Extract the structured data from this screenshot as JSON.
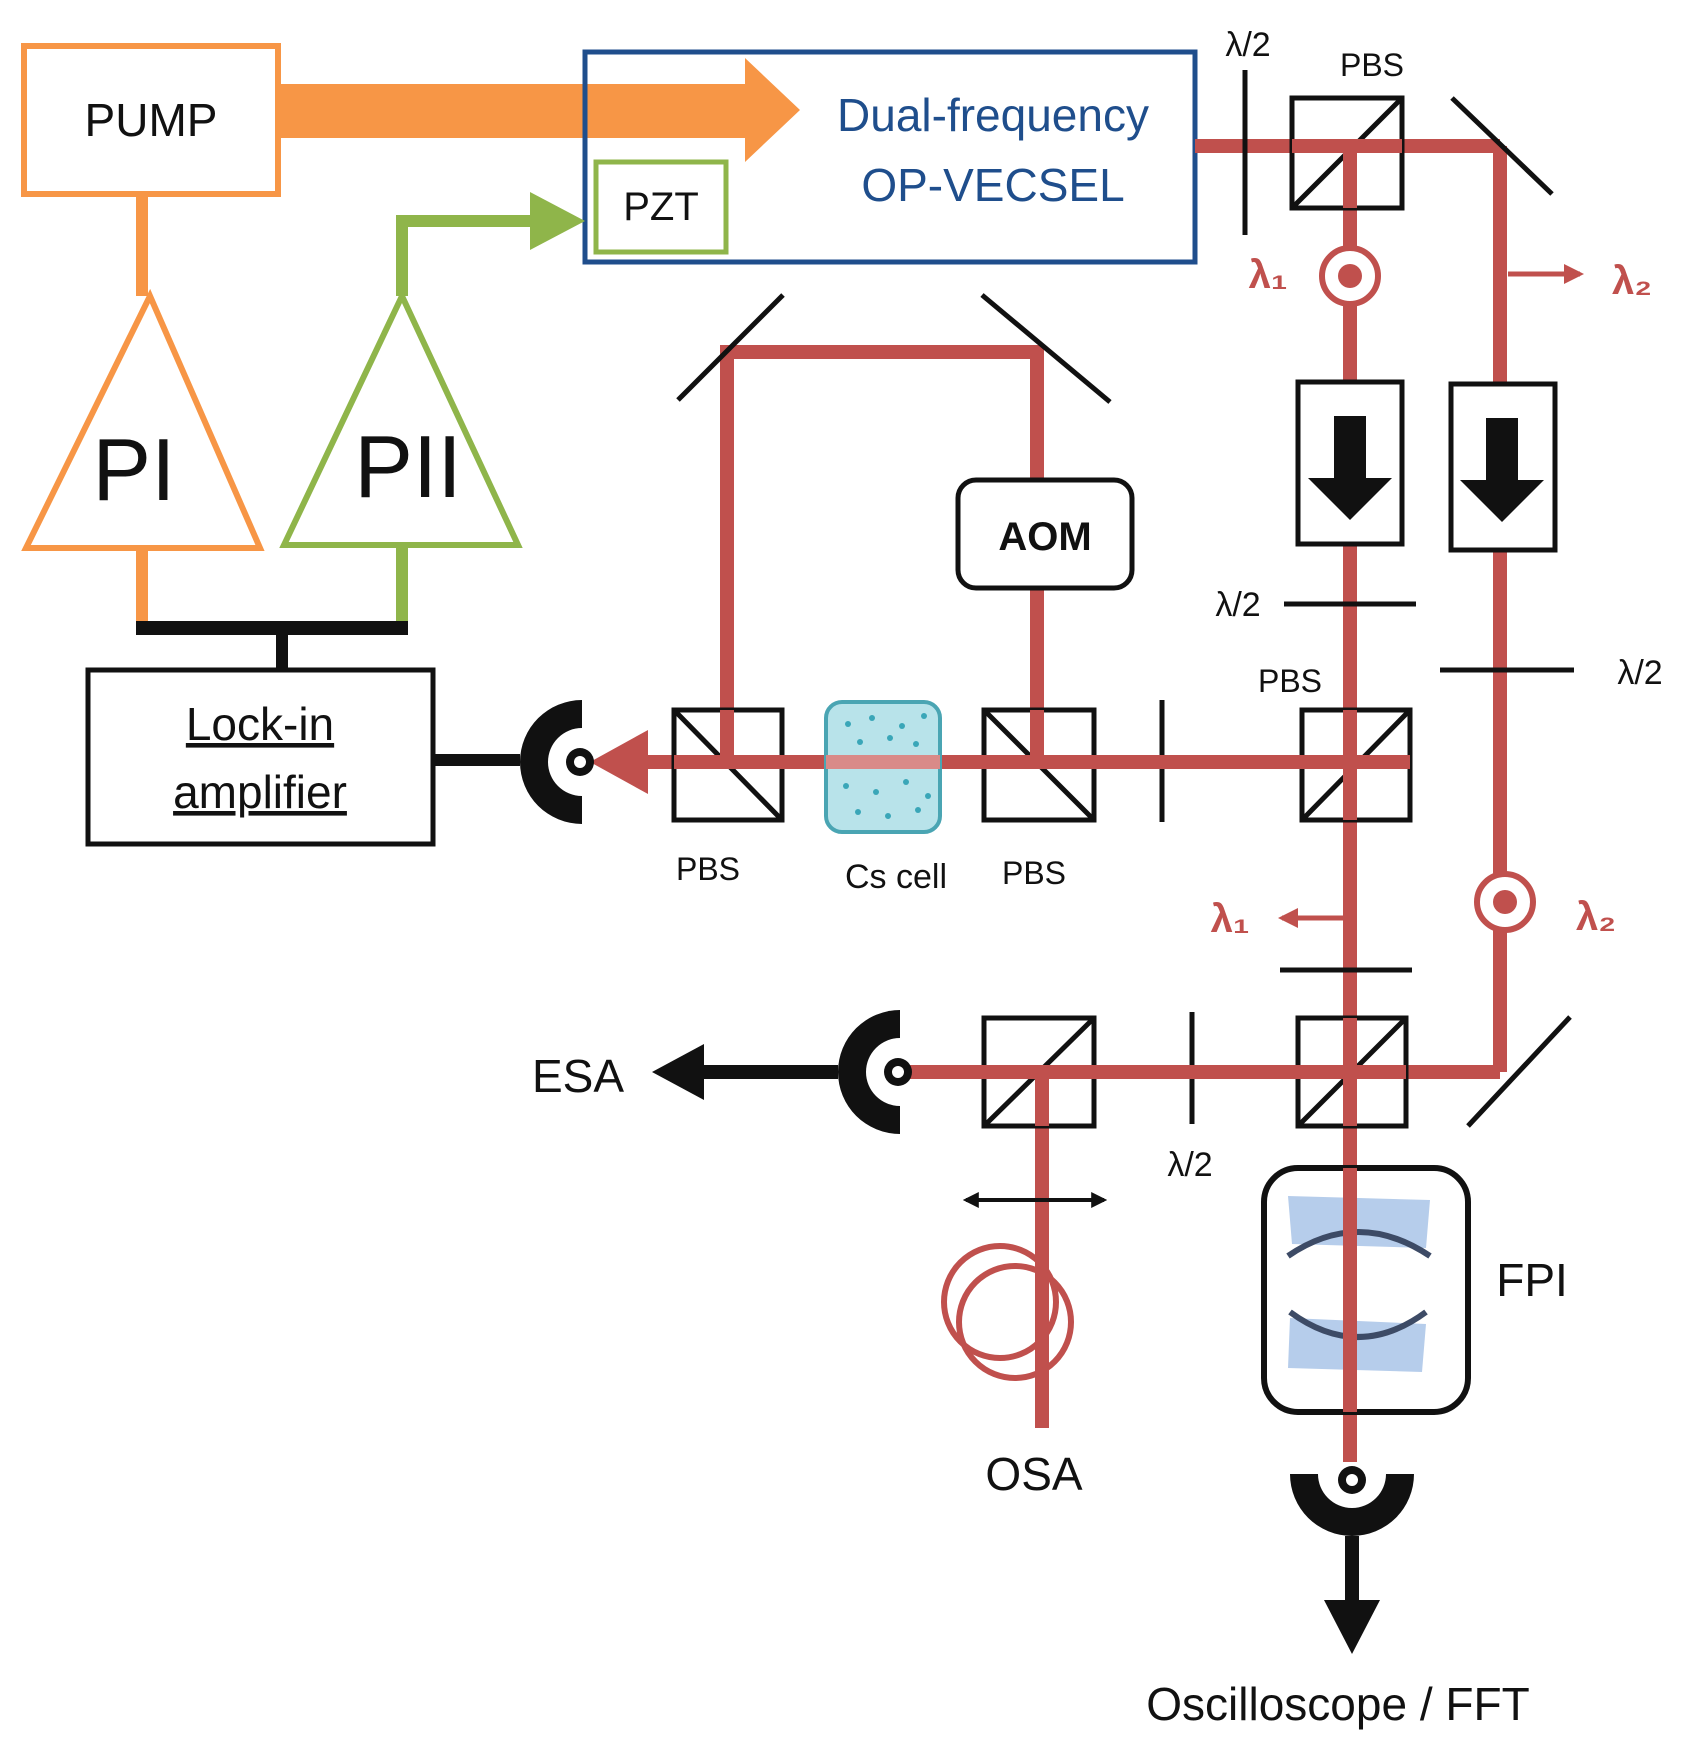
{
  "labels": {
    "pump": "PUMP",
    "laser_line1": "Dual-frequency",
    "laser_line2": "OP-VECSEL",
    "pzt": "PZT",
    "pi": "PI",
    "pii": "PII",
    "aom": "AOM",
    "lockin_line1": "Lock-in",
    "lockin_line2": "amplifier",
    "pbs": "PBS",
    "cs_cell": "Cs cell",
    "half_wave": "λ/2",
    "lambda1": "λ₁",
    "lambda2": "λ₂",
    "esa": "ESA",
    "osa": "OSA",
    "fpi": "FPI",
    "scope": "Oscilloscope / FFT"
  },
  "colors": {
    "beam": "#c0504d",
    "pump": "#f79646",
    "pzt_feedback": "#8fb54a",
    "laser_box": "#1f4e8c",
    "optics": "#111111",
    "cs_cell": "#b8e3ea",
    "fpi_mirror": "#9dbce4"
  }
}
